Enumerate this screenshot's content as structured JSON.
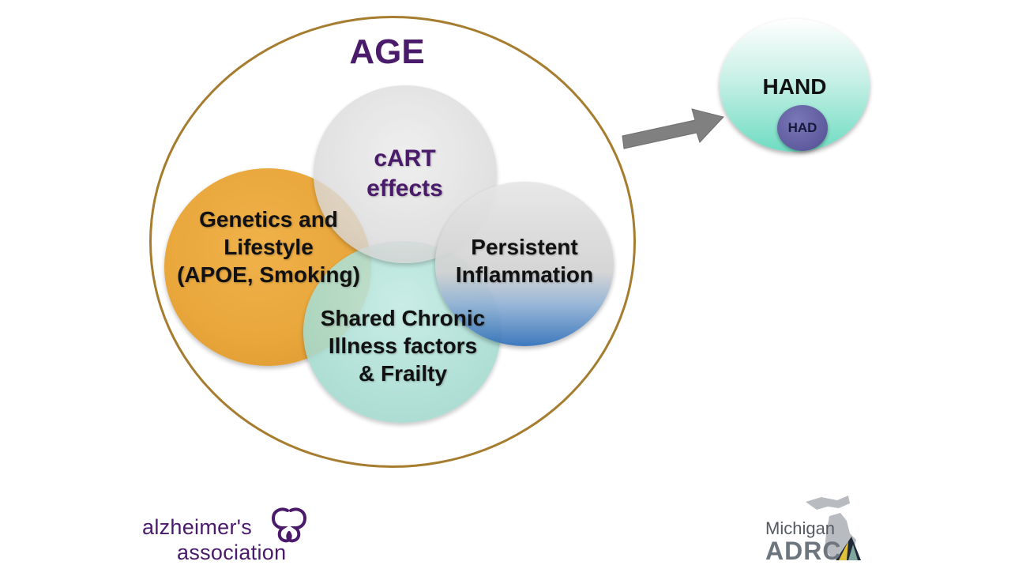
{
  "diagram": {
    "outer_title": "AGE",
    "circles": {
      "cart": {
        "line1": "cART",
        "line2": "effects"
      },
      "genetics": {
        "line1": "Genetics and",
        "line2": "Lifestyle",
        "line3": "(APOE, Smoking)"
      },
      "inflammation": {
        "line1": "Persistent",
        "line2": "Inflammation"
      },
      "chronic": {
        "line1": "Shared Chronic",
        "line2": "Illness factors",
        "line3": "& Frailty"
      }
    },
    "outcome": {
      "label": "HAND",
      "inner_label": "HAD"
    }
  },
  "logos": {
    "alz_line1": "alzheimer's",
    "alz_line2": "association",
    "adrc_line1": "Michigan",
    "adrc_line2": "ADRC"
  },
  "colors": {
    "purple": "#4a1a6b",
    "gold_ring": "#a67c2e",
    "orange": "#e9a73c",
    "teal": "#a8ddd2",
    "gray": "#d9d9d9",
    "blue": "#2f6fb8",
    "arrow_gray": "#808080"
  }
}
